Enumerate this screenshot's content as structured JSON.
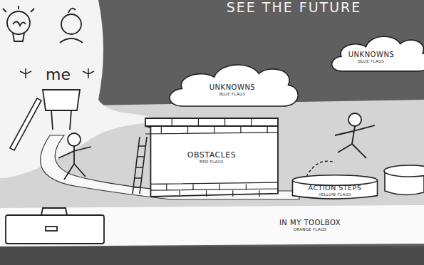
{
  "diagram": {
    "title": "SEE THE FUTURE",
    "nodes": [
      {
        "text": [
          "UNKNOWNS",
          "BLUE FLAGS"
        ]
      },
      {
        "text": [
          "UNKNOWNS",
          "BLUE FLAGS"
        ]
      },
      {
        "text": [
          "OBSTACLES",
          "RED FLAGS"
        ]
      },
      {
        "text": [
          "ACTION STEPS",
          "YELLOW FLAGS"
        ]
      },
      {
        "text": [
          "IN MY TOOLBOX",
          "ORANGE FLAGS"
        ]
      }
    ],
    "labels": [
      "me"
    ]
  }
}
